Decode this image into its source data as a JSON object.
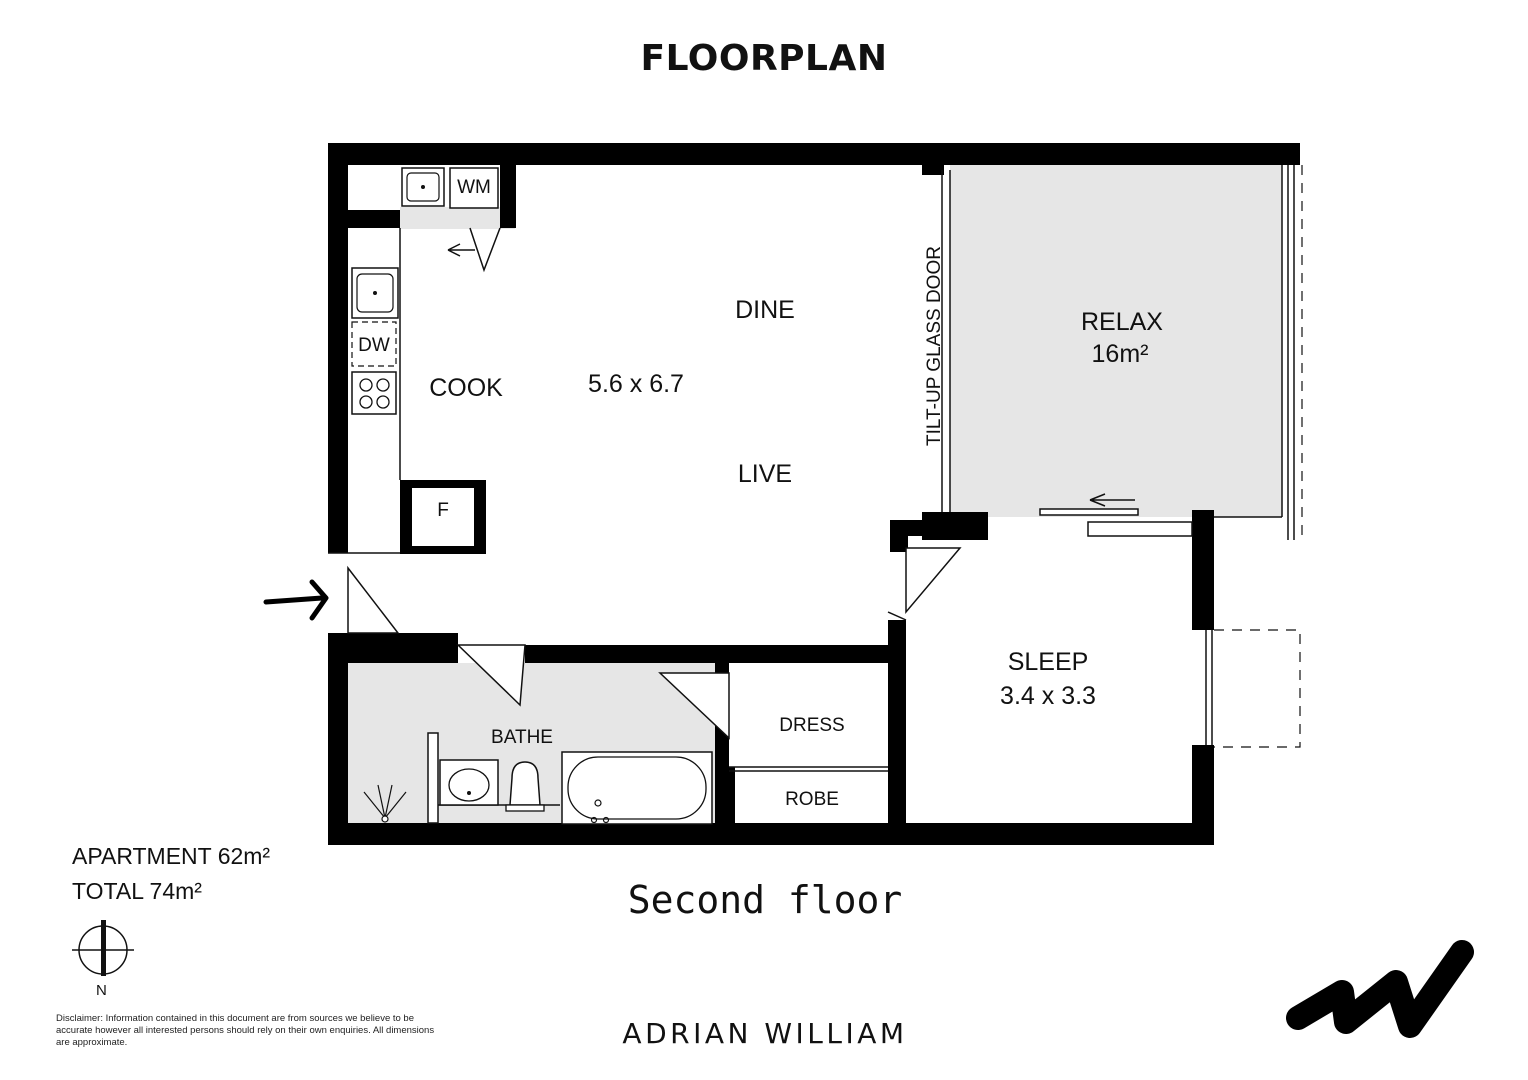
{
  "title": "FLOORPLAN",
  "floor_name": "Second floor",
  "rooms": {
    "cook": "COOK",
    "dine": "DINE",
    "live": "LIVE",
    "main_dims": "5.6 x 6.7",
    "relax": "RELAX",
    "relax_area": "16m²",
    "sleep": "SLEEP",
    "sleep_dims": "3.4 x 3.3",
    "bathe": "BATHE",
    "dress": "DRESS",
    "robe": "ROBE"
  },
  "fixtures": {
    "washing_machine": "WM",
    "dishwasher": "DW",
    "fridge": "F"
  },
  "door_label": "TILT-UP GLASS DOOR",
  "areas": {
    "apartment": "APARTMENT 62m²",
    "total": "TOTAL 74m²"
  },
  "north": "N",
  "disclaimer": "Disclaimer: Information contained in this document are from sources we believe to be accurate however all interested persons should rely on their own enquiries. All dimensions are approximate.",
  "brand": "ADRIAN WILLIAM",
  "colors": {
    "wall": "#000000",
    "shaded_floor": "#e6e6e6",
    "background": "#ffffff"
  },
  "icons": [
    "entry-arrow-icon",
    "compass-icon",
    "brand-logo-icon"
  ]
}
